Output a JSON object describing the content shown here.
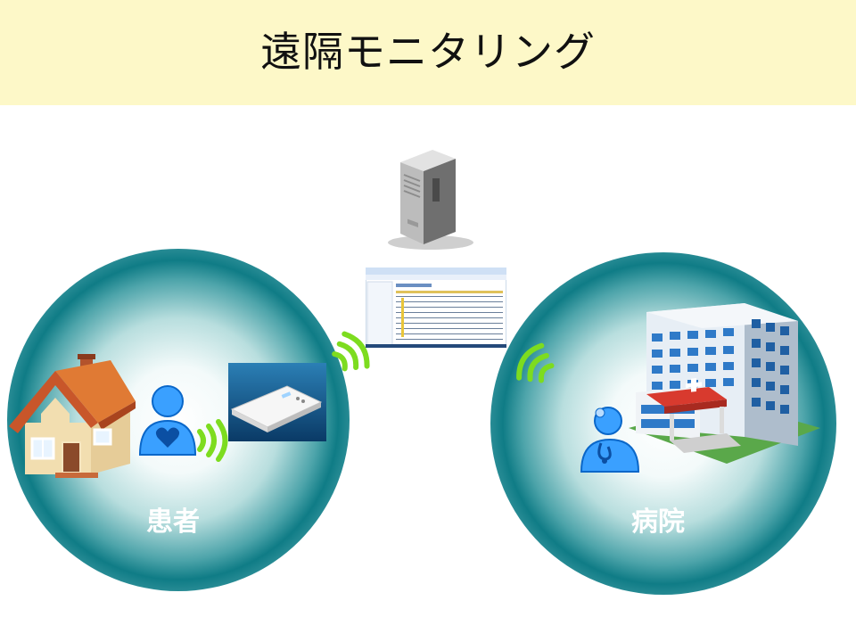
{
  "title": "遠隔モニタリング",
  "patient": {
    "label": "患者"
  },
  "hospital": {
    "label": "病院"
  },
  "colors": {
    "header_bg": "#fdf8c8",
    "circle_dark": "#0f7c86",
    "signal": "#7ddc1f",
    "person_blue": "#1e90ff",
    "cross_red": "#e53935"
  },
  "icons": [
    "house-icon",
    "patient-person-icon",
    "mobile-router-icon",
    "signal-waves-icon",
    "server-icon",
    "monitoring-screen-icon",
    "doctor-person-icon",
    "hospital-building-icon"
  ]
}
